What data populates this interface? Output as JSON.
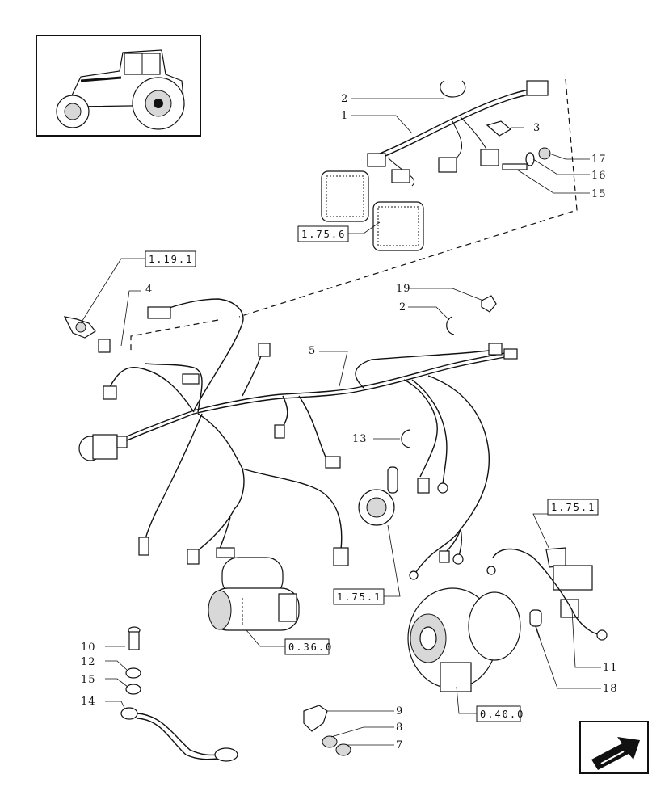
{
  "callouts": {
    "c1": "1",
    "c2a": "2",
    "c2b": "2",
    "c3": "3",
    "c4": "4",
    "c5": "5",
    "c7": "7",
    "c8": "8",
    "c9": "9",
    "c10": "10",
    "c11": "11",
    "c12": "12",
    "c13": "13",
    "c14": "14",
    "c15a": "15",
    "c15b": "15",
    "c16": "16",
    "c17": "17",
    "c18": "18",
    "c19": "19"
  },
  "refs": {
    "r1756": "1.75.6",
    "r1191": "1.19.1",
    "r1751a": "1.75.1",
    "r1751b": "1.75.1",
    "r0360": "0.36.0",
    "r0400": "0.40.0"
  },
  "icons": {
    "thumbnail": "tractor-thumbnail-icon",
    "navigation": "arrow-back-icon"
  }
}
